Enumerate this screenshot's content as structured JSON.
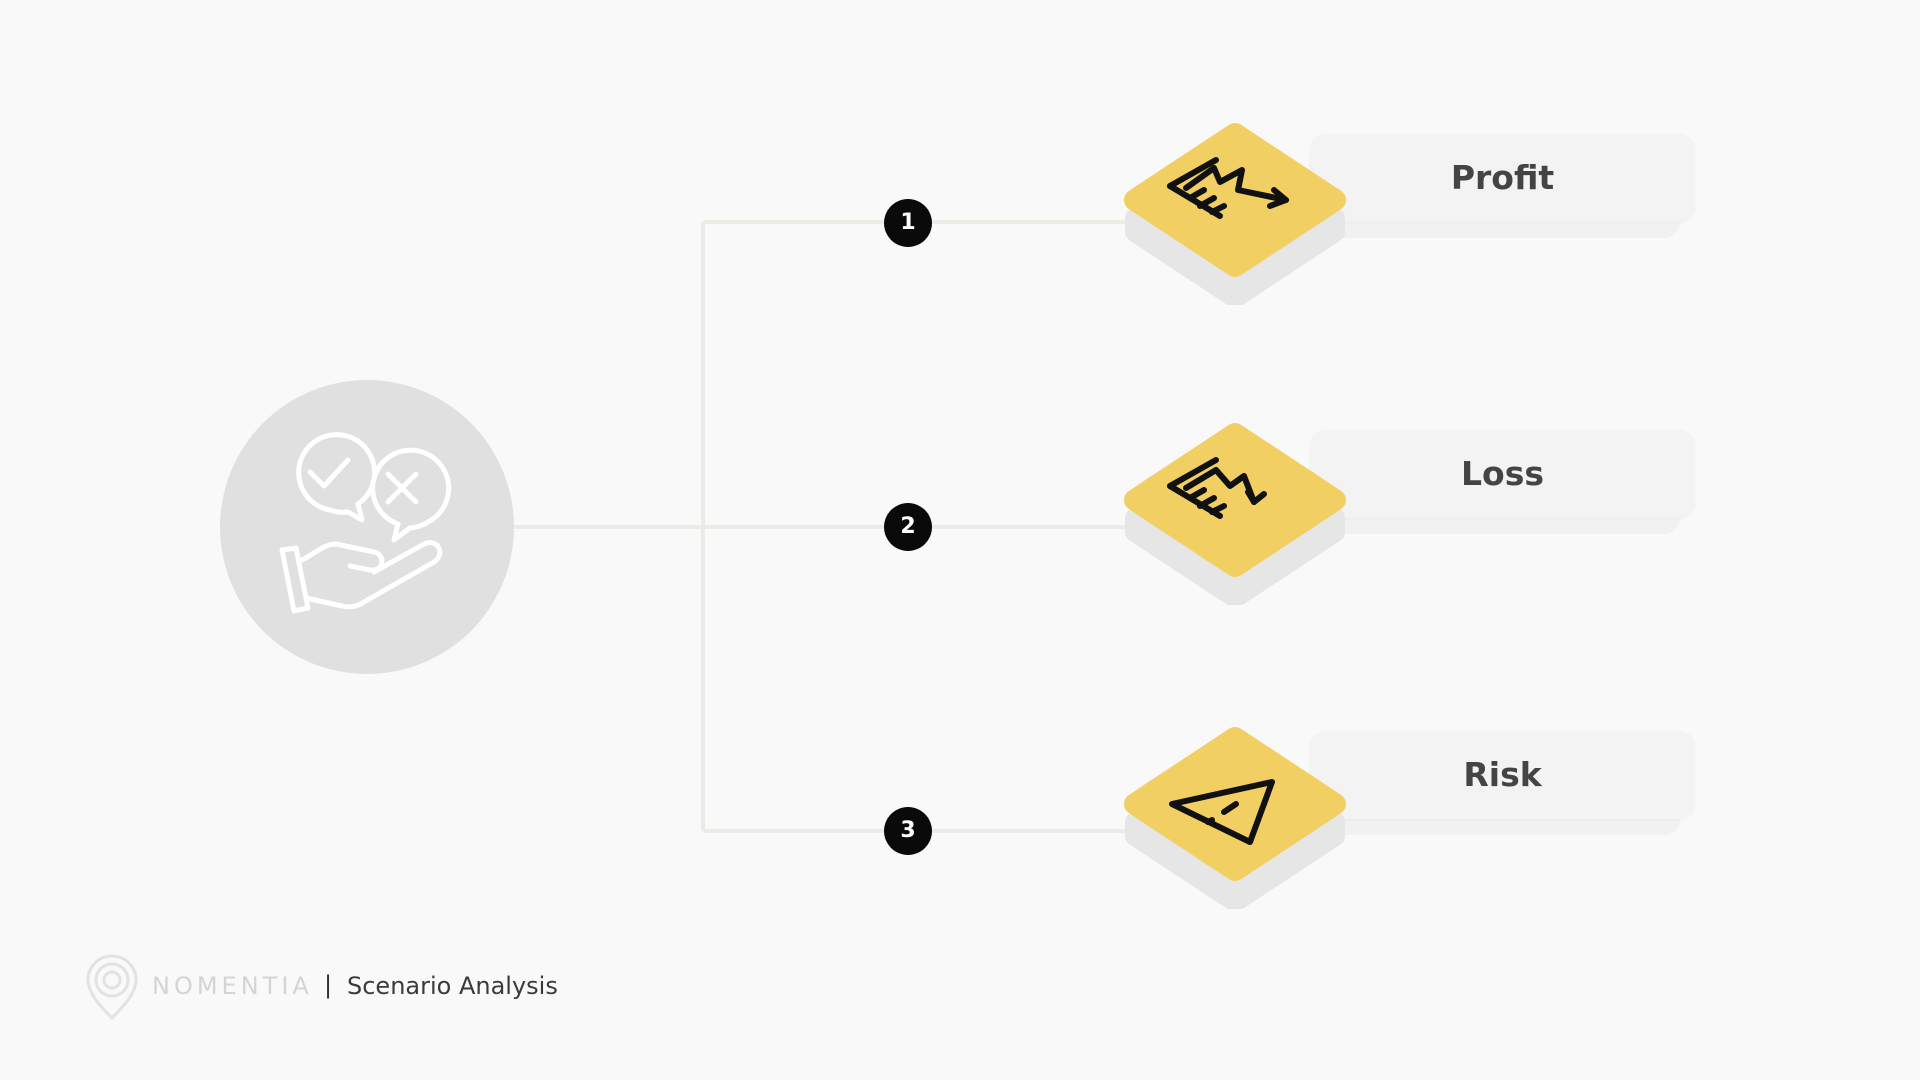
{
  "branches": [
    {
      "number": "1",
      "label": "Profit",
      "icon": "chart-trend-up-icon"
    },
    {
      "number": "2",
      "label": "Loss",
      "icon": "chart-trend-down-icon"
    },
    {
      "number": "3",
      "label": "Risk",
      "icon": "warning-triangle-icon"
    }
  ],
  "hub": {
    "icon": "hand-with-approve-reject-bubbles-icon"
  },
  "footer": {
    "brand": "NOMENTIA",
    "separator": "|",
    "subtitle": "Scenario Analysis"
  },
  "colors": {
    "background": "#f9f9f9",
    "hub_circle": "#e0e0e0",
    "tile_yellow": "#f2cf63",
    "tile_shadow": "#e6e6e6",
    "connector": "#ecebe6",
    "badge": "#0a0a0a",
    "label_text": "#444444",
    "brand_text": "#d4d4d4"
  }
}
